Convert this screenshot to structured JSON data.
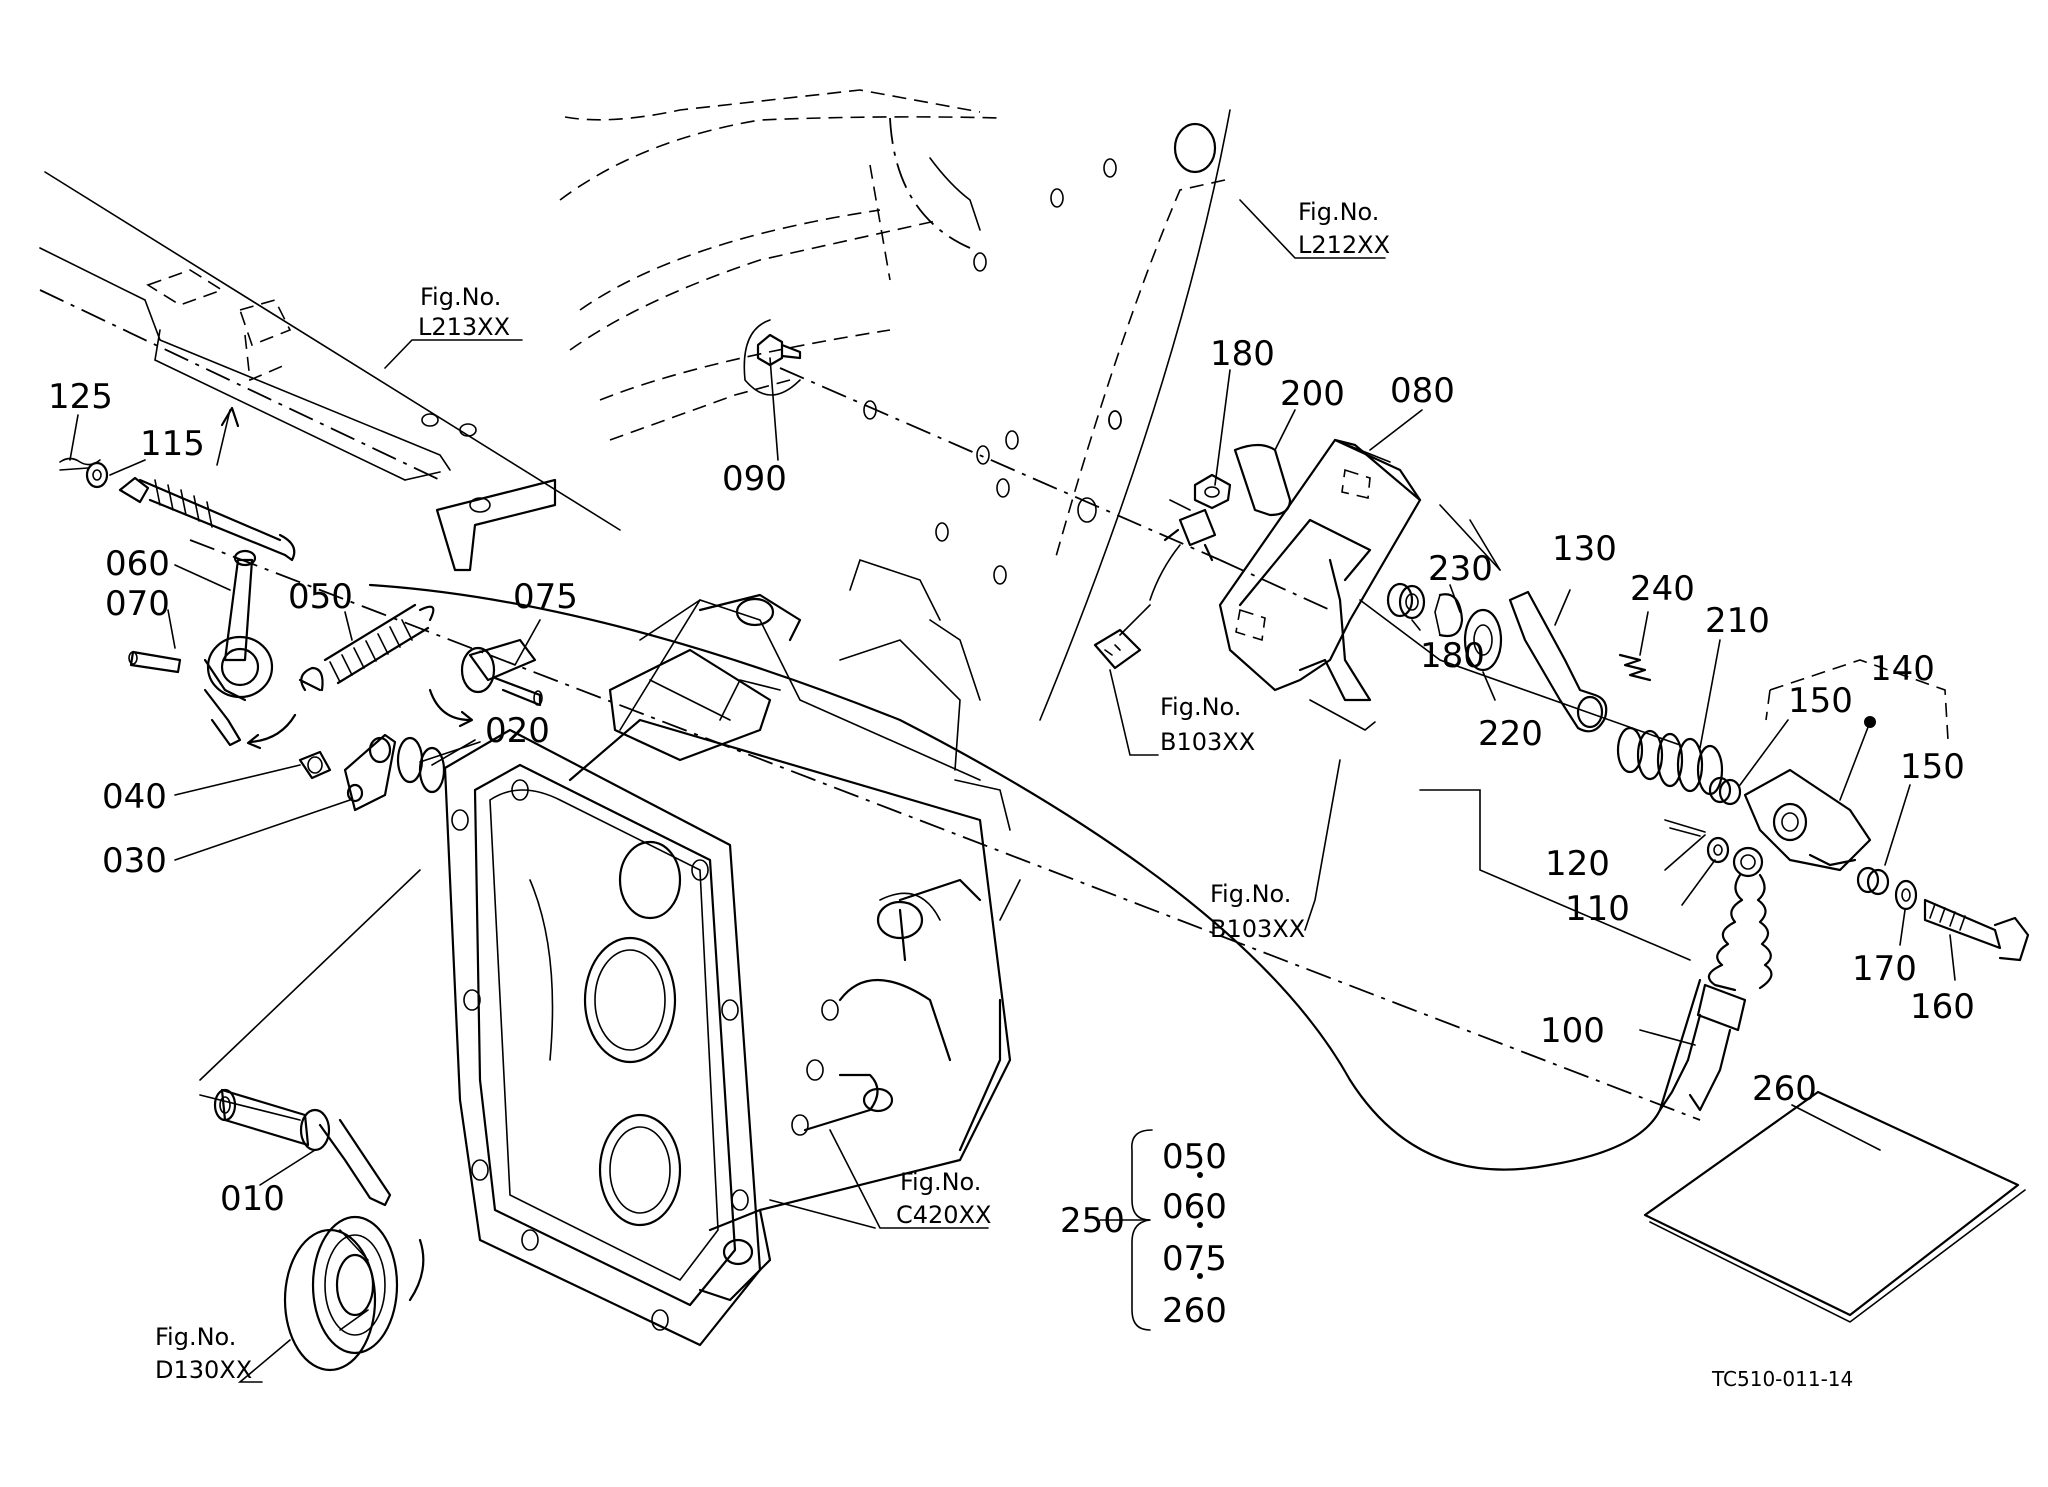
{
  "diagram_code": "TC510-011-14",
  "fig_refs": [
    {
      "label": "Fig.No.",
      "code": "L213XX"
    },
    {
      "label": "Fig.No.",
      "code": "L212XX"
    },
    {
      "label": "Fig.No.",
      "code": "B103XX"
    },
    {
      "label": "Fig.No.",
      "code": "B103XX"
    },
    {
      "label": "Fig.No.",
      "code": "C420XX"
    },
    {
      "label": "Fig.No.",
      "code": "D130XX"
    }
  ],
  "parts": [
    "125",
    "115",
    "060",
    "070",
    "050",
    "075",
    "020",
    "040",
    "030",
    "010",
    "090",
    "180",
    "200",
    "080",
    "230",
    "180",
    "220",
    "130",
    "240",
    "210",
    "140",
    "150",
    "150",
    "120",
    "110",
    "170",
    "160",
    "100",
    "260"
  ],
  "kit": {
    "number": "250",
    "items": [
      "050",
      "060",
      "075",
      "260"
    ]
  }
}
